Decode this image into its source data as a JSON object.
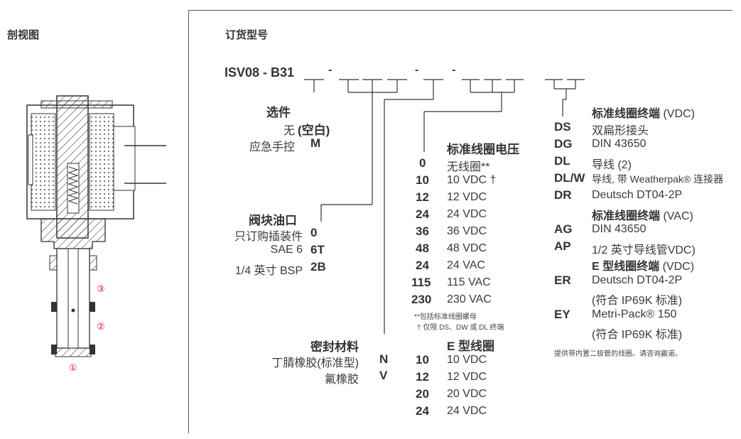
{
  "left": {
    "title": "剖视图",
    "callouts": [
      "①",
      "②",
      "③"
    ]
  },
  "right": {
    "title": "订货型号",
    "model_prefix": "ISV08 - B31",
    "options": {
      "title": "选件",
      "rows": [
        {
          "label": "无",
          "code": "(空白)"
        },
        {
          "label": "应急手控",
          "code": "M"
        }
      ]
    },
    "ports": {
      "title": "阀块油口",
      "rows": [
        {
          "label": "只订购插装件",
          "code": "0"
        },
        {
          "label": "SAE 6",
          "code": "6T"
        },
        {
          "label": "1/4 英寸 BSP",
          "code": "2B"
        }
      ]
    },
    "seals": {
      "title": "密封材料",
      "rows": [
        {
          "label": "丁腈橡胶(标准型)",
          "code": "N"
        },
        {
          "label": "氟橡胶",
          "code": "V"
        }
      ]
    },
    "voltage": {
      "title": "标准线圈电压",
      "rows": [
        {
          "code": "0",
          "desc": "无线圈**"
        },
        {
          "code": "10",
          "desc": "10 VDC †"
        },
        {
          "code": "12",
          "desc": "12 VDC"
        },
        {
          "code": "24",
          "desc": "24 VDC"
        },
        {
          "code": "36",
          "desc": "36 VDC"
        },
        {
          "code": "48",
          "desc": "48 VDC"
        },
        {
          "code": "24",
          "desc": "24 VAC"
        },
        {
          "code": "115",
          "desc": "115 VAC"
        },
        {
          "code": "230",
          "desc": "230 VAC"
        }
      ],
      "notes": [
        "**包括标准线圈螺母",
        "† 仅限 DS、DW 或 DL 终端"
      ]
    },
    "e_coil": {
      "title": "E 型线圈",
      "rows": [
        {
          "code": "10",
          "desc": "10 VDC"
        },
        {
          "code": "12",
          "desc": "12 VDC"
        },
        {
          "code": "20",
          "desc": "20 VDC"
        },
        {
          "code": "24",
          "desc": "24 VDC"
        }
      ]
    },
    "terminals": {
      "title_vdc": "标准线圈终端",
      "title_vdc_unit": "(VDC)",
      "rows_vdc": [
        {
          "code": "DS",
          "desc": "双扁形接头"
        },
        {
          "code": "DG",
          "desc": "DIN 43650"
        },
        {
          "code": "DL",
          "desc": "导线 (2)"
        },
        {
          "code": "DL/W",
          "desc": "导线, 带 Weatherpak® 连接器"
        },
        {
          "code": "DR",
          "desc": "Deutsch DT04-2P"
        }
      ],
      "title_vac": "标准线圈终端",
      "title_vac_unit": "(VAC)",
      "rows_vac": [
        {
          "code": "AG",
          "desc": "DIN 43650"
        },
        {
          "code": "AP",
          "desc": "1/2 英寸导线管VDC)"
        }
      ],
      "title_e": "E 型线圈终端",
      "title_e_unit": "(VDC)",
      "rows_e": [
        {
          "code": "ER",
          "desc": "Deutsch DT04-2P",
          "desc2": "(符合 IP69K 标准)"
        },
        {
          "code": "EY",
          "desc": "Metri-Pack® 150",
          "desc2": "(符合 IP69K 标准)"
        }
      ],
      "footnote": "提供带内置二极管的线圈。请咨询赢诺。"
    }
  }
}
